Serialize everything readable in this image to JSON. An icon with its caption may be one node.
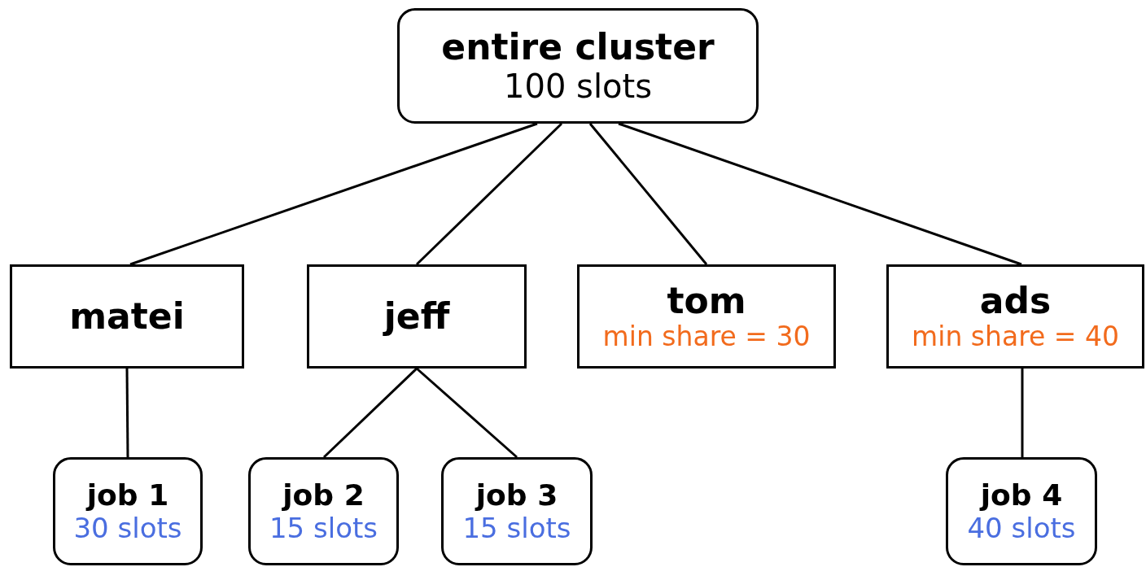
{
  "diagram": {
    "nodes": [
      {
        "text": [
          "entire cluster",
          "100 slots"
        ]
      },
      {
        "text": [
          "matei"
        ]
      },
      {
        "text": [
          "jeff"
        ]
      },
      {
        "text": [
          "tom",
          "min share = 30"
        ]
      },
      {
        "text": [
          "ads",
          "min share = 40"
        ]
      },
      {
        "text": [
          "job 1",
          "30 slots"
        ]
      },
      {
        "text": [
          "job 2",
          "15 slots"
        ]
      },
      {
        "text": [
          "job 3",
          "15 slots"
        ]
      },
      {
        "text": [
          "job 4",
          "40 slots"
        ]
      }
    ],
    "edges": [
      {
        "from": 0,
        "to": 1,
        "arrow": "none"
      },
      {
        "from": 0,
        "to": 2,
        "arrow": "none"
      },
      {
        "from": 0,
        "to": 3,
        "arrow": "none"
      },
      {
        "from": 0,
        "to": 4,
        "arrow": "none"
      },
      {
        "from": 1,
        "to": 5,
        "arrow": "none"
      },
      {
        "from": 2,
        "to": 6,
        "arrow": "none"
      },
      {
        "from": 2,
        "to": 7,
        "arrow": "none"
      },
      {
        "from": 4,
        "to": 8,
        "arrow": "none"
      }
    ]
  }
}
